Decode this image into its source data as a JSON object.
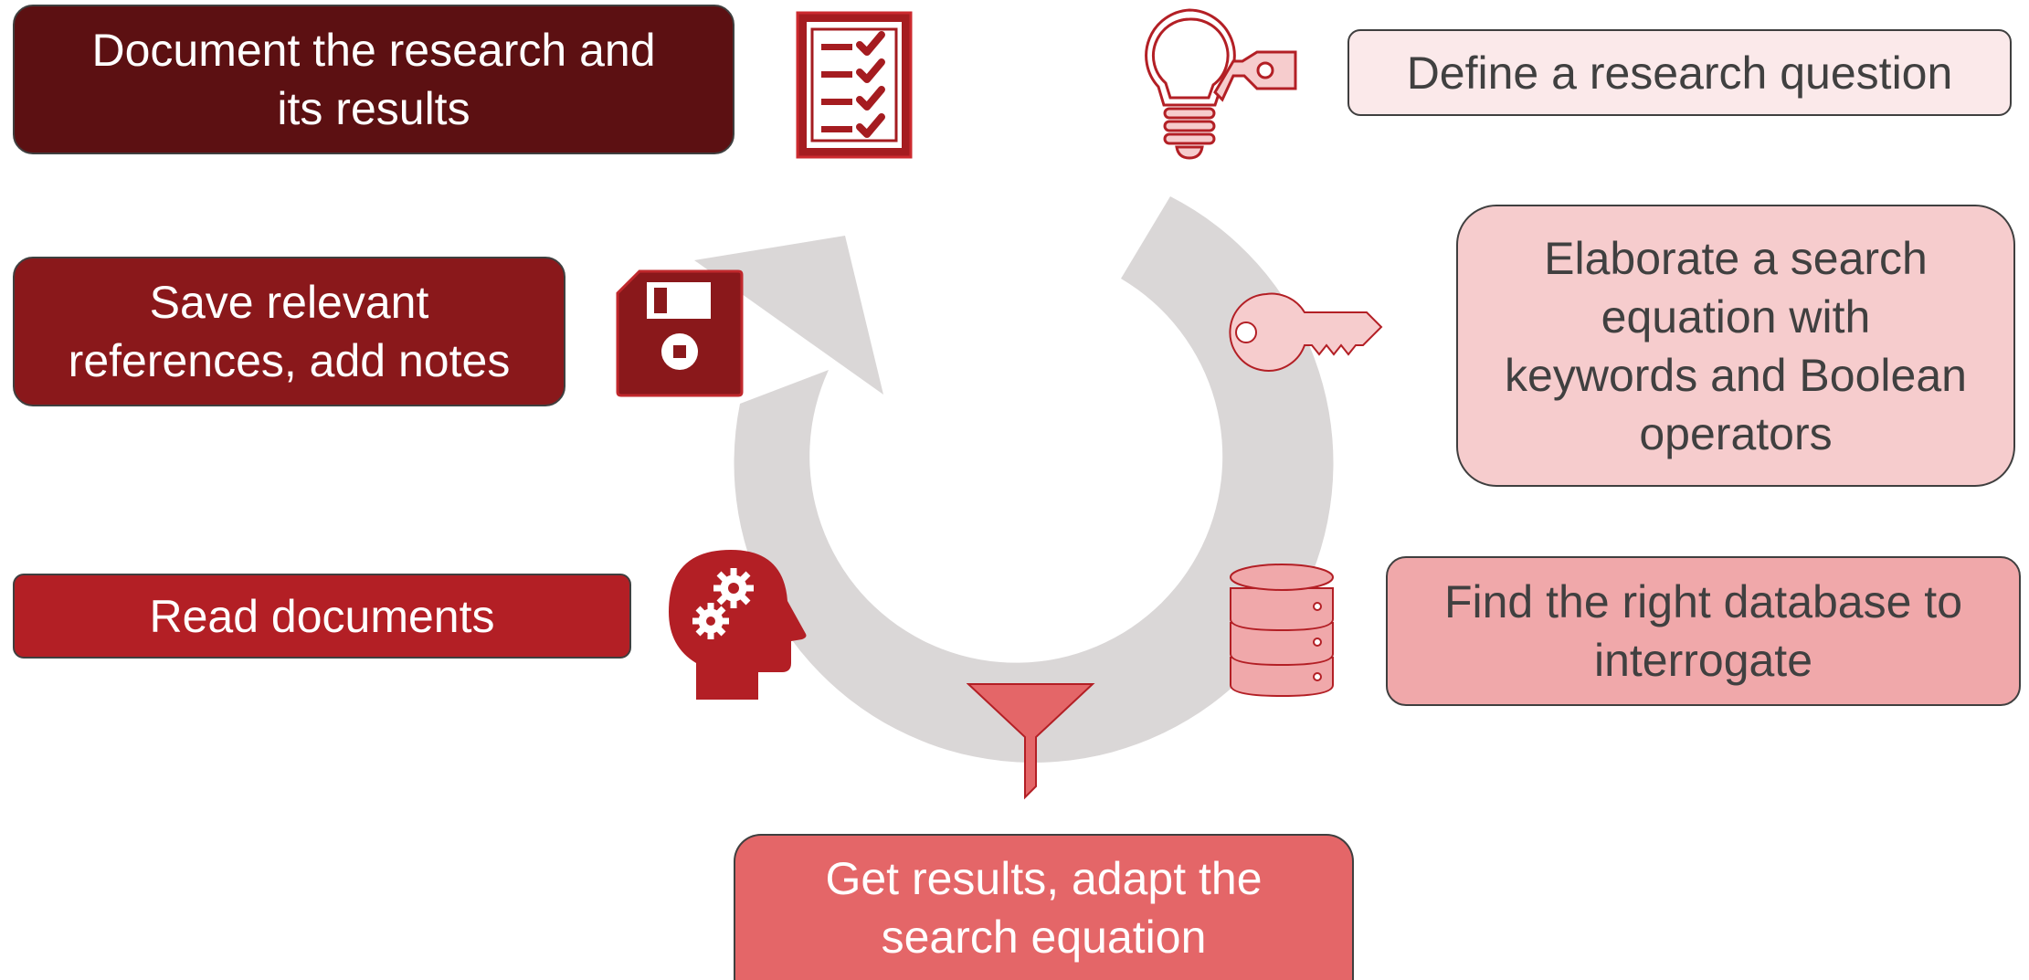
{
  "steps": {
    "document": "Document the research and\nits results",
    "save": "Save relevant\nreferences, add notes",
    "read": "Read documents",
    "get_results": "Get results, adapt the\nsearch equation",
    "find_database": "Find the right database to\ninterrogate",
    "elaborate": "Elaborate a search\nequation with\nkeywords and Boolean\noperators",
    "define": "Define a research question"
  },
  "icons": {
    "document": "checklist-icon",
    "save": "floppy-disk-icon",
    "read": "head-gears-icon",
    "get_results": "funnel-icon",
    "find_database": "database-icon",
    "elaborate": "key-icon",
    "define": "lightbulb-icon"
  },
  "colors": {
    "cycle_arrow": "#dad7d7",
    "dark_red": "#5c1012",
    "red": "#8a181b",
    "bright_red": "#b31f25",
    "salmon": "#e46668",
    "light_pink": "#f0a8aa",
    "pale_pink": "#f6cccd",
    "palest_pink": "#fbe9ea",
    "text_dark": "#404040"
  }
}
